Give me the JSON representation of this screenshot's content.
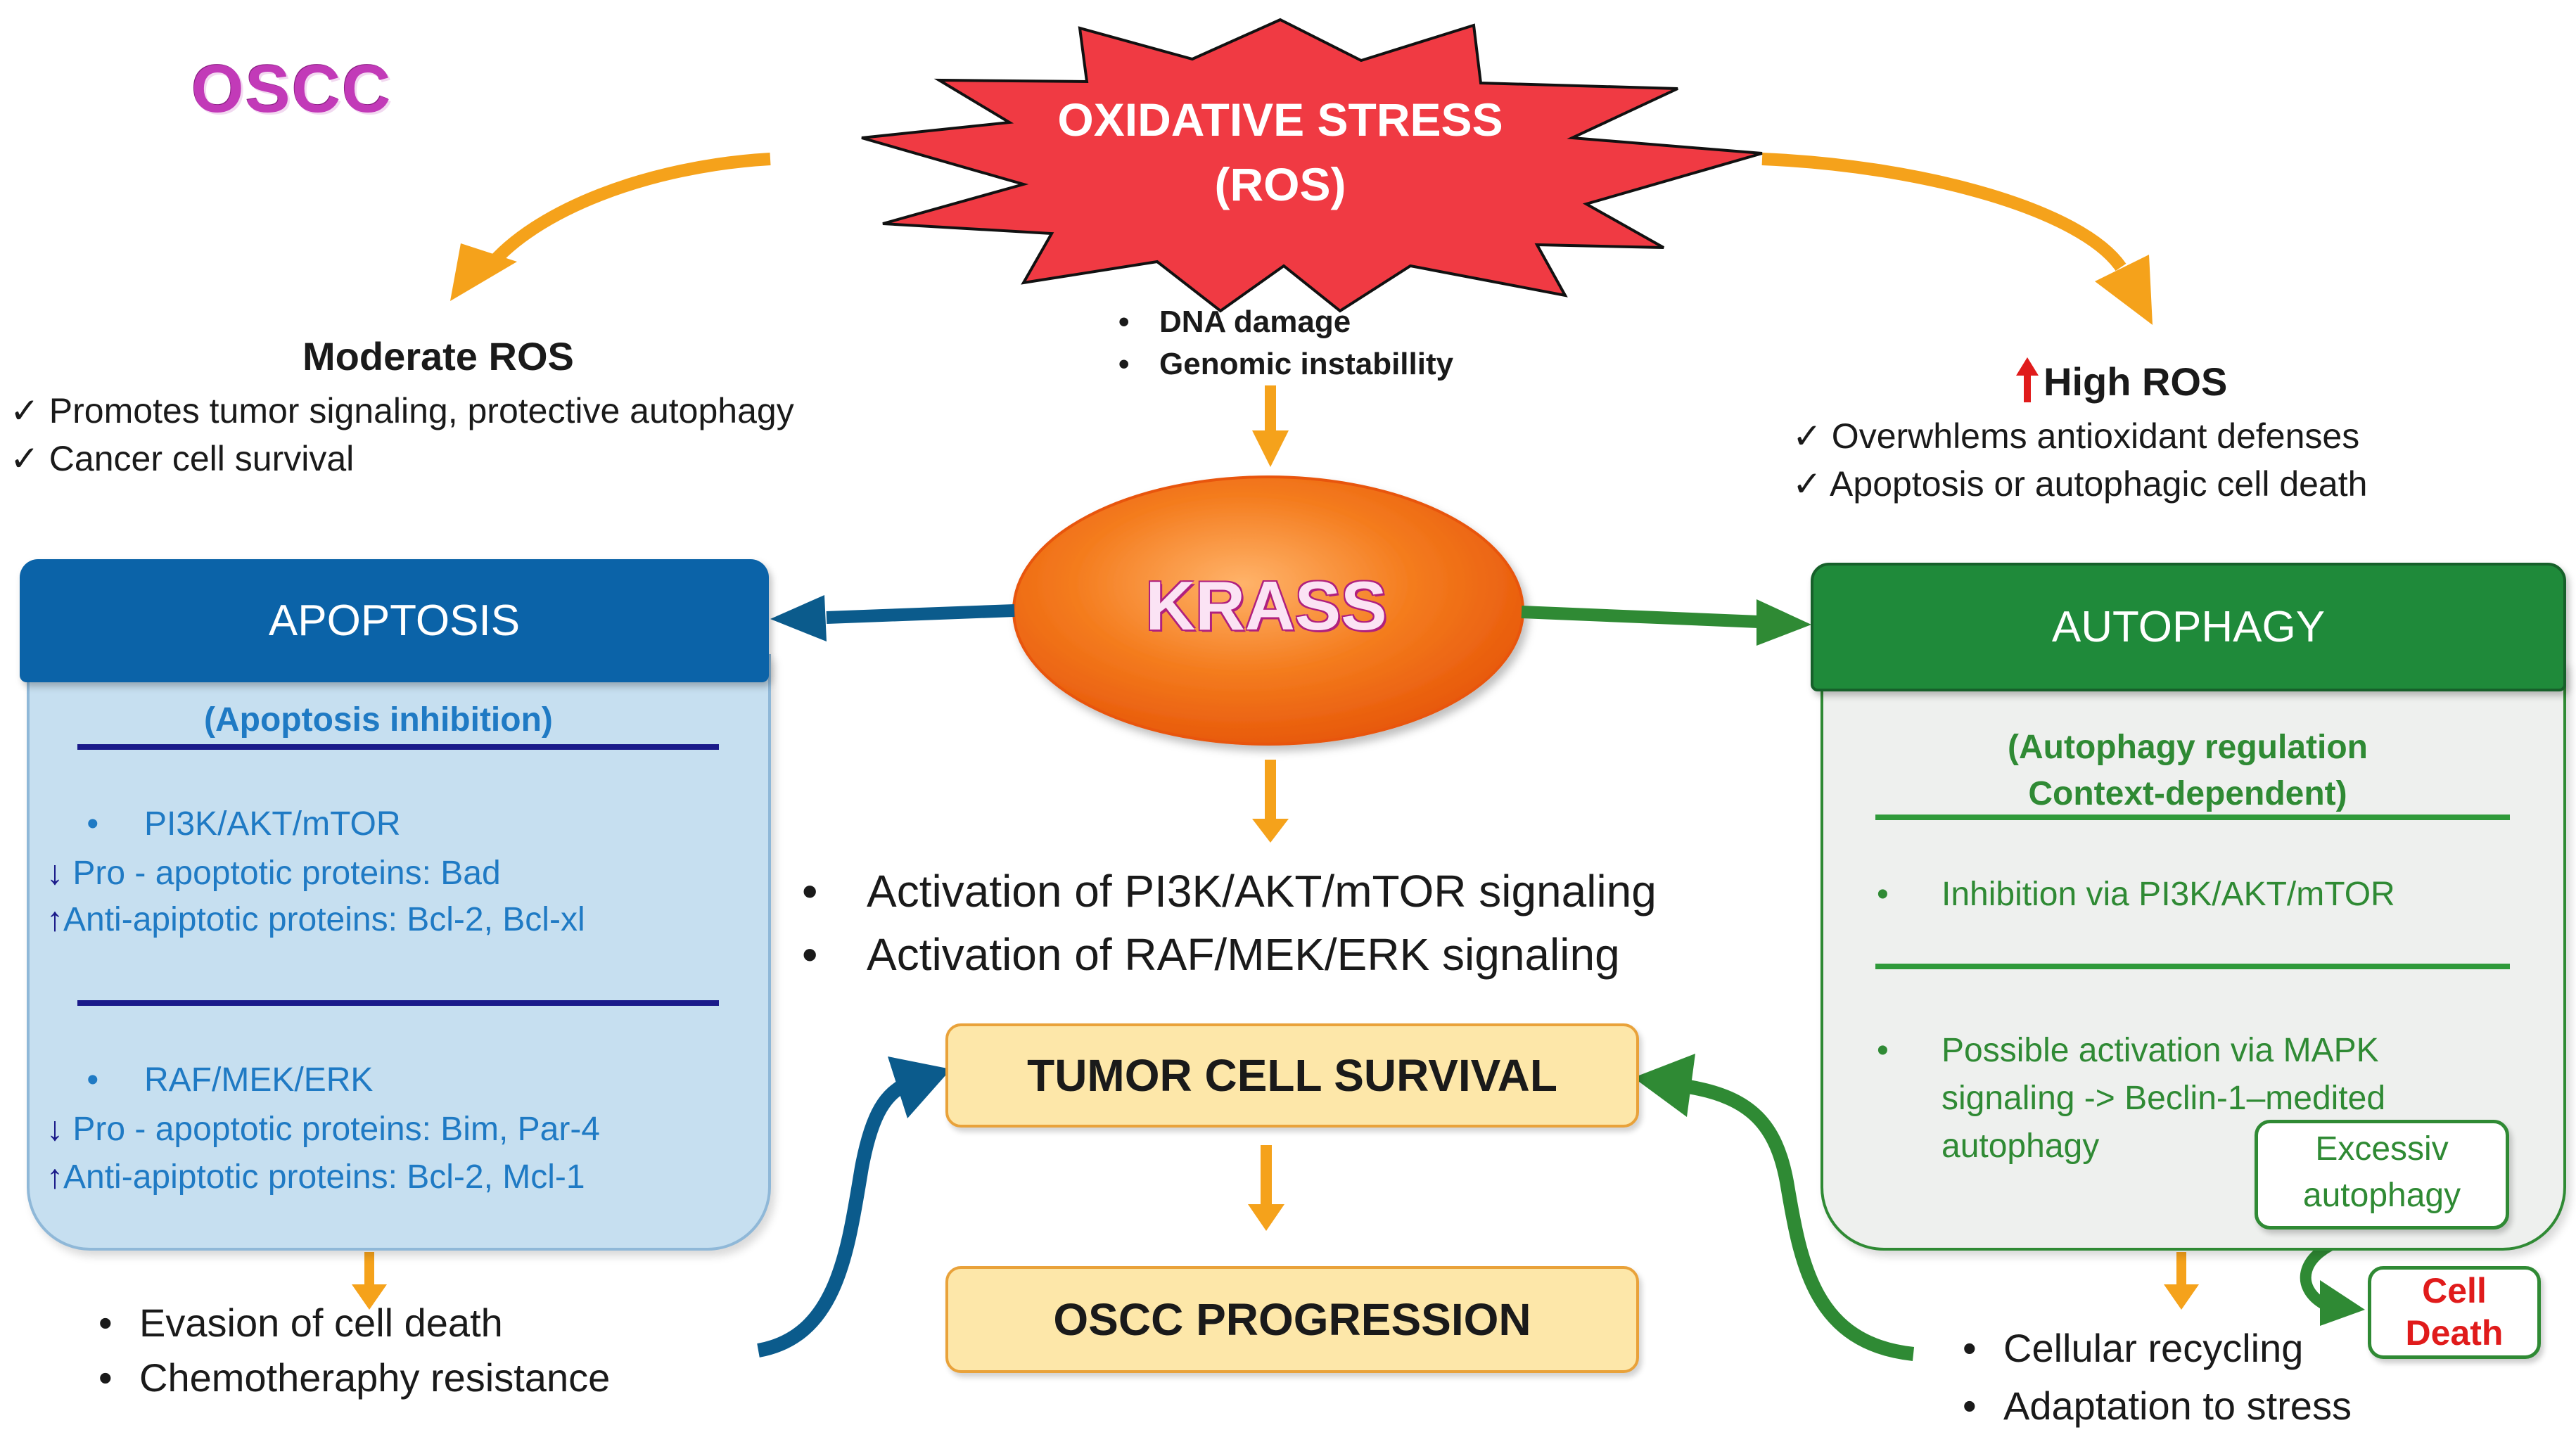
{
  "title": "OSCC",
  "stress": {
    "line1": "OXIDATIVE STRESS",
    "line2": "(ROS)"
  },
  "stress_effects": [
    "DNA damage",
    "Genomic instabillity"
  ],
  "moderate": {
    "heading": "Moderate ROS",
    "items": [
      "Promotes tumor signaling, protective autophagy",
      "Cancer cell survival"
    ]
  },
  "high": {
    "heading": "High ROS",
    "items": [
      "Overwhlems antioxidant defenses",
      "Apoptosis or autophagic cell death"
    ]
  },
  "krass": "KRASS",
  "apoptosis": {
    "header": "APOPTOSIS",
    "subtitle": "(Apoptosis inhibition)",
    "group1": {
      "pathway": "PI3K/AKT/mTOR",
      "pro": "Pro -  apoptotic proteins: Bad",
      "anti": "Anti-apiptotic proteins: Bcl-2, Bcl-xl"
    },
    "group2": {
      "pathway": "RAF/MEK/ERK",
      "pro": "Pro -  apoptotic proteins: Bim, Par-4",
      "anti": "Anti-apiptotic proteins: Bcl-2, Mcl-1"
    },
    "outcomes": [
      "Evasion of cell death",
      "Chemotheraphy resistance"
    ]
  },
  "autophagy": {
    "header": "AUTOPHAGY",
    "subtitle_line1": "(Autophagy  regulation",
    "subtitle_line2": "Context-dependent)",
    "item1": "Inhibition via PI3K/AKT/mTOR",
    "item2_line1": "Possible activation via MAPK",
    "item2_line2": "signaling -> Beclin-1–medited",
    "item2_line3": "autophagy",
    "excessive_line1": "Excessiv",
    "excessive_line2": "autophagy",
    "cell_death_line1": "Cell",
    "cell_death_line2": "Death",
    "outcomes": [
      "Cellular recycling",
      "Adaptation to stress"
    ]
  },
  "krass_effects": [
    "Activation of PI3K/AKT/mTOR signaling",
    "Activation of RAF/MEK/ERK signaling"
  ],
  "survival": "TUMOR CELL SURVIVAL",
  "progression": "OSCC PROGRESSION",
  "colors": {
    "orange_arrow": "#f5a21b",
    "blue_box": "#0b63a8",
    "green_box": "#1f8a3a",
    "star_red": "#f03a43",
    "krass_orange": "#f07a1a",
    "cell_death_red": "#e01b1b"
  }
}
